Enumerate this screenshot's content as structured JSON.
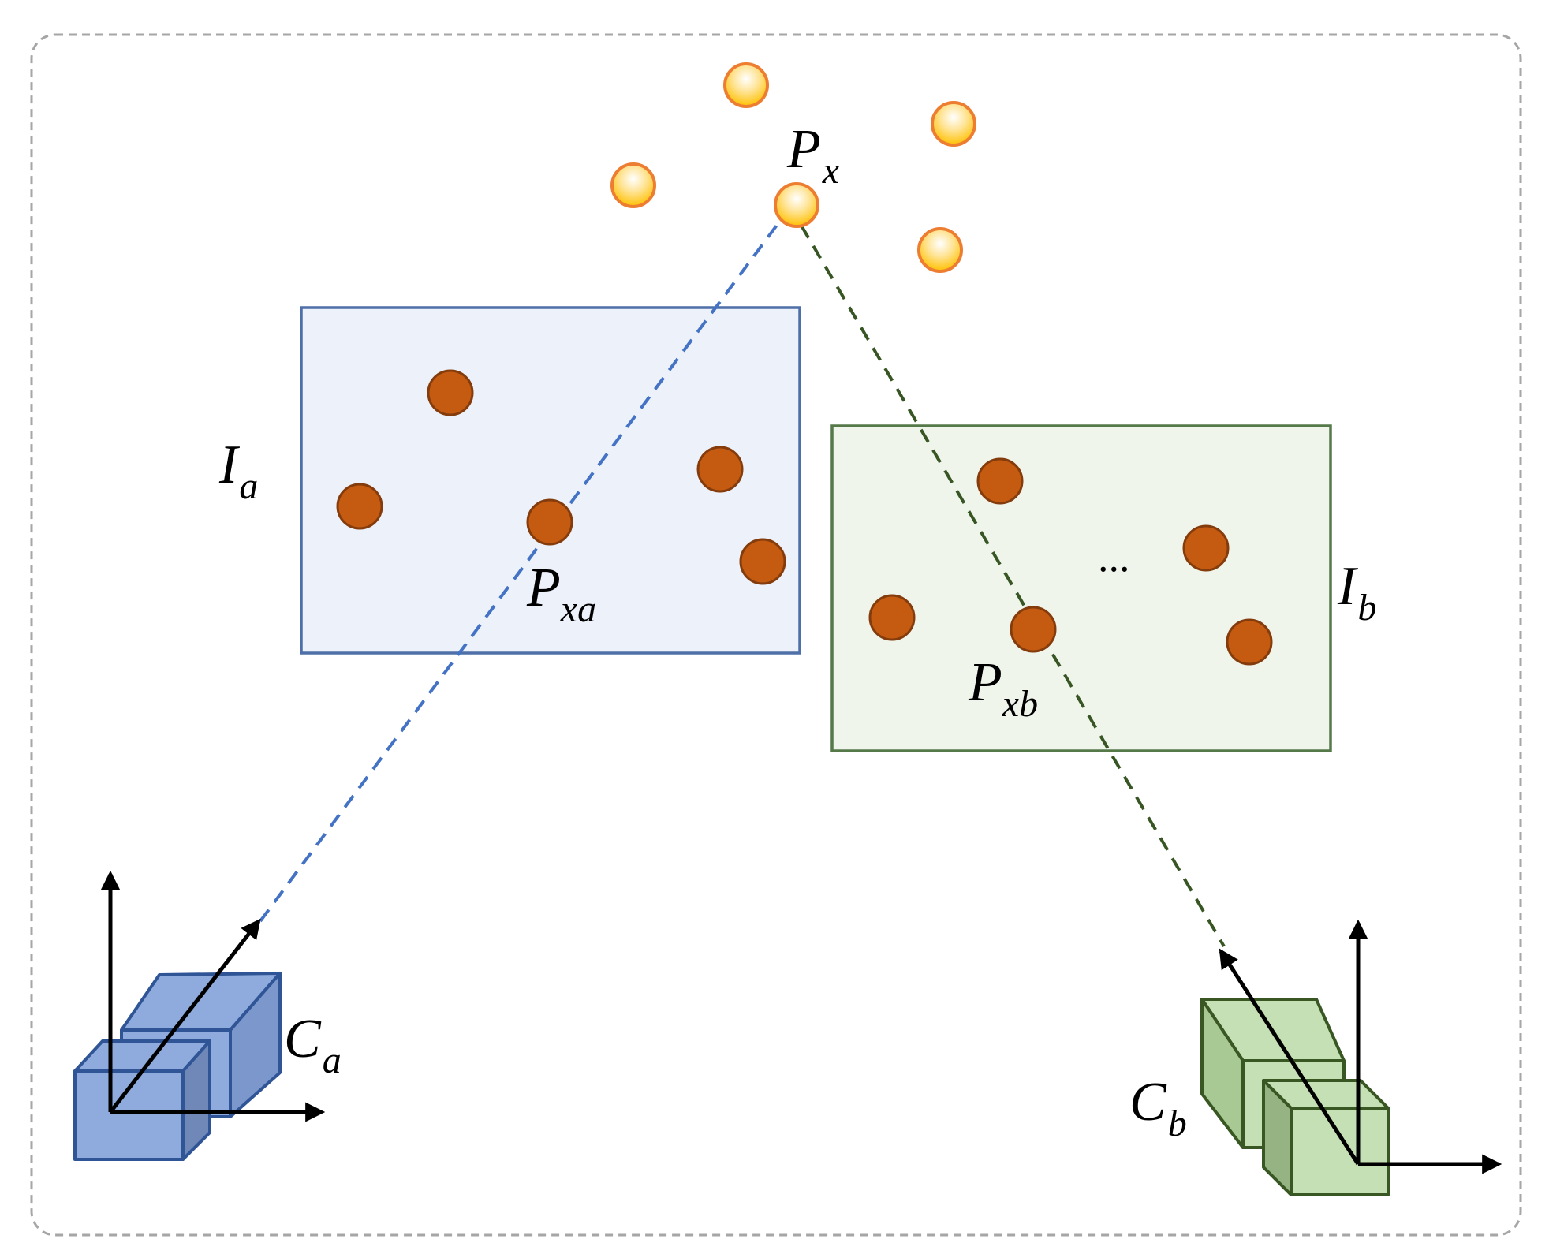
{
  "labels": {
    "world_point": {
      "main": "P",
      "sub": "x"
    },
    "image_a": {
      "main": "I",
      "sub": "a"
    },
    "image_b": {
      "main": "I",
      "sub": "b"
    },
    "projection_a": {
      "main": "P",
      "sub": "xa"
    },
    "projection_b": {
      "main": "P",
      "sub": "xb"
    },
    "camera_a": {
      "main": "C",
      "sub": "a"
    },
    "camera_b": {
      "main": "C",
      "sub": "b"
    },
    "ellipsis": "..."
  },
  "colors": {
    "frame_border": "#a6a6a6",
    "world_point_stroke": "#ed7d31",
    "world_point_fill": "#ffd966",
    "feature_point_fill": "#c55a11",
    "feature_point_stroke": "#843c0c",
    "image_a_fill": "#edf2fa",
    "image_a_border": "#4f6fa8",
    "image_b_fill": "#f0f5ec",
    "image_b_border": "#56794a",
    "ray_a": "#4472c4",
    "ray_b": "#375623",
    "camera_a_fill": "#8faadc",
    "camera_a_stroke": "#2f5597",
    "camera_b_fill": "#c5e0b4",
    "camera_b_stroke": "#385723",
    "axis": "#000000"
  }
}
